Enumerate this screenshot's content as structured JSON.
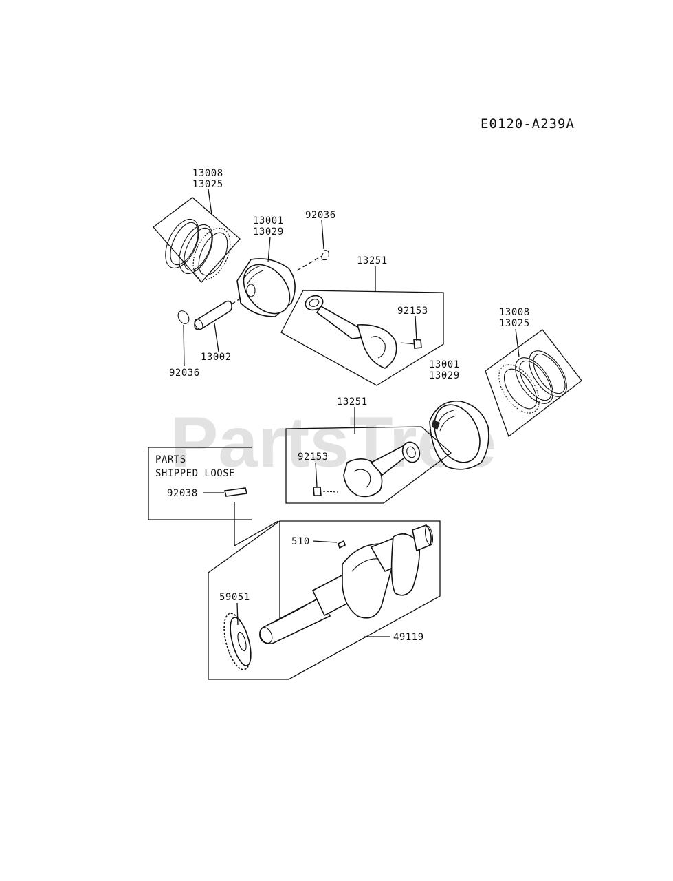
{
  "diagram_code": "E0120-A239A",
  "watermark": "PartsTree",
  "loose_box": {
    "line1": "PARTS",
    "line2": "SHIPPED LOOSE"
  },
  "labels": {
    "rings_top_a": "13008",
    "rings_top_b": "13025",
    "piston_top_a": "13001",
    "piston_top_b": "13029",
    "clip_top_right": "92036",
    "rod_top": "13251",
    "bolt_top": "92153",
    "pin": "13002",
    "clip_bottom_left": "92036",
    "piston_right_a": "13001",
    "piston_right_b": "13029",
    "rings_right_a": "13008",
    "rings_right_b": "13025",
    "rod_mid": "13251",
    "bolt_mid": "92153",
    "key_loose": "92038",
    "key_crank": "510",
    "gear": "59051",
    "crankshaft": "49119"
  }
}
